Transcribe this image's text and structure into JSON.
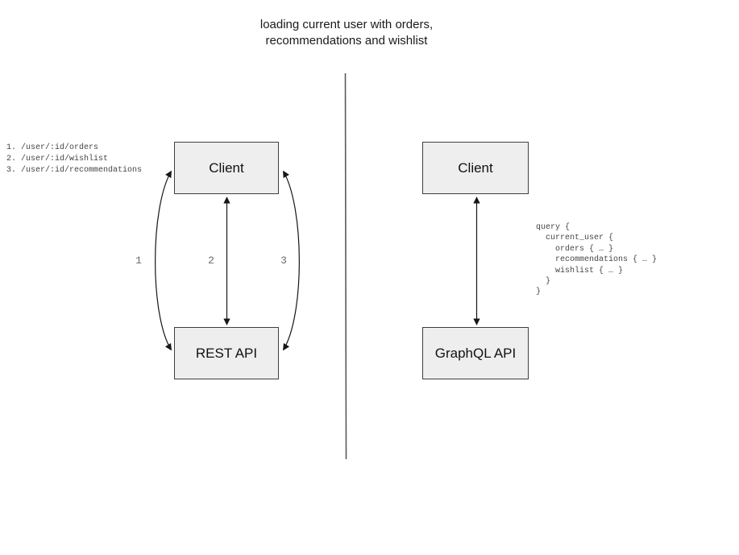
{
  "title": {
    "line1": "loading current user with orders,",
    "line2": "recommendations and wishlist"
  },
  "rest_side": {
    "endpoints": [
      "1. /user/:id/orders",
      "2. /user/:id/wishlist",
      "3. /user/:id/recommendations"
    ],
    "client_box_label": "Client",
    "api_box_label": "REST API",
    "arrow_labels": [
      "1",
      "2",
      "3"
    ]
  },
  "graphql_side": {
    "client_box_label": "Client",
    "api_box_label": "GraphQL API",
    "query_lines": [
      "query {",
      "  current_user {",
      "    orders { … }",
      "    recommendations { … }",
      "    wishlist { … }",
      "  }",
      "}"
    ]
  },
  "colors": {
    "box_fill": "#eeeeee",
    "box_border": "#3f3f3f",
    "arrow": "#161616",
    "label_gray": "#6b6b6b",
    "code_text": "#454545",
    "divider": "#5a5a5a",
    "title_text": "#1a1a1a"
  }
}
